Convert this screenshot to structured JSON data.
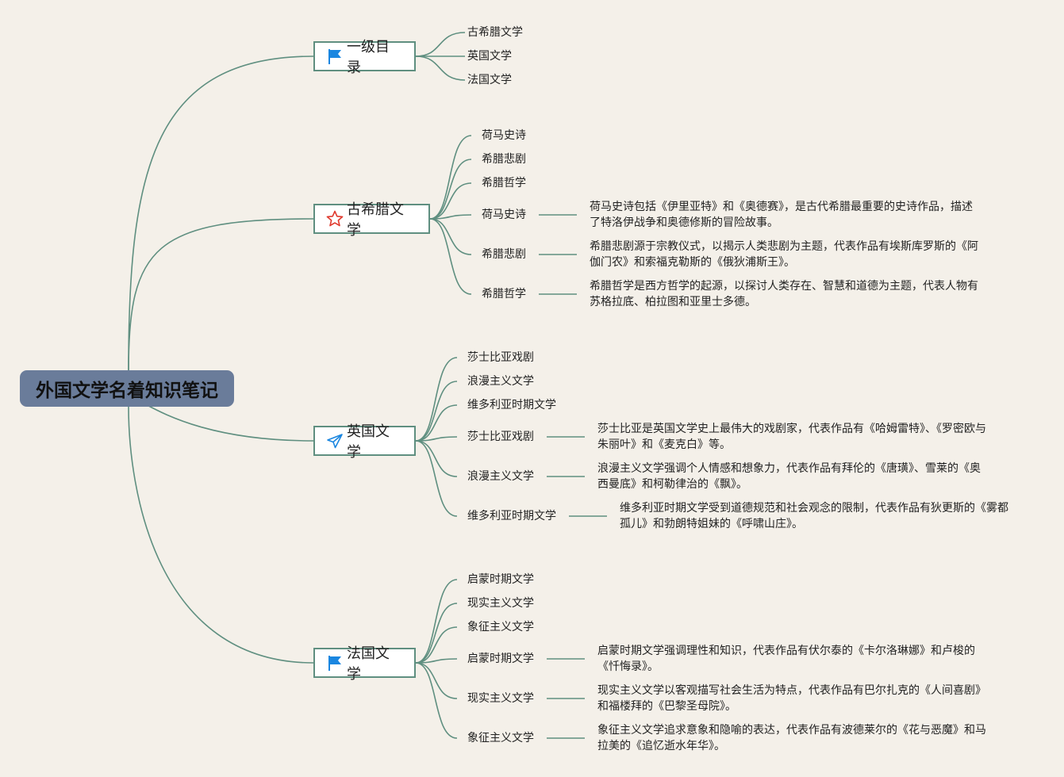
{
  "root": {
    "title": "外国文学名着知识笔记"
  },
  "colors": {
    "line": "#5f8f80",
    "root_bg": "#6a7c9a",
    "background": "#f4f0e9",
    "flag": "#1a86e0",
    "star": "#e03a2e",
    "plane": "#1a86e0"
  },
  "branches": [
    {
      "label": "一级目录",
      "icon": "flag-icon",
      "items": [
        {
          "label": "古希腊文学"
        },
        {
          "label": "英国文学"
        },
        {
          "label": "法国文学"
        }
      ]
    },
    {
      "label": "古希腊文学",
      "icon": "star-icon",
      "items": [
        {
          "label": "荷马史诗"
        },
        {
          "label": "希腊悲剧"
        },
        {
          "label": "希腊哲学"
        },
        {
          "label": "荷马史诗",
          "note": "荷马史诗包括《伊里亚特》和《奥德赛》，是古代希腊最重要的史诗作品，描述了特洛伊战争和奥德修斯的冒险故事。"
        },
        {
          "label": "希腊悲剧",
          "note": "希腊悲剧源于宗教仪式，以揭示人类悲剧为主题，代表作品有埃斯库罗斯的《阿伽门农》和索福克勒斯的《俄狄浦斯王》。"
        },
        {
          "label": "希腊哲学",
          "note": "希腊哲学是西方哲学的起源，以探讨人类存在、智慧和道德为主题，代表人物有苏格拉底、柏拉图和亚里士多德。"
        }
      ]
    },
    {
      "label": "英国文学",
      "icon": "paper-plane-icon",
      "items": [
        {
          "label": "莎士比亚戏剧"
        },
        {
          "label": "浪漫主义文学"
        },
        {
          "label": "维多利亚时期文学"
        },
        {
          "label": "莎士比亚戏剧",
          "note": "莎士比亚是英国文学史上最伟大的戏剧家，代表作品有《哈姆雷特》、《罗密欧与朱丽叶》和《麦克白》等。"
        },
        {
          "label": "浪漫主义文学",
          "note": "浪漫主义文学强调个人情感和想象力，代表作品有拜伦的《唐璜》、雪莱的《奥西曼底》和柯勒律治的《飘》。"
        },
        {
          "label": "维多利亚时期文学",
          "note": "维多利亚时期文学受到道德规范和社会观念的限制，代表作品有狄更斯的《雾都孤儿》和勃朗特姐妹的《呼啸山庄》。"
        }
      ]
    },
    {
      "label": "法国文学",
      "icon": "flag-icon",
      "items": [
        {
          "label": "启蒙时期文学"
        },
        {
          "label": "现实主义文学"
        },
        {
          "label": "象征主义文学"
        },
        {
          "label": "启蒙时期文学",
          "note": "启蒙时期文学强调理性和知识，代表作品有伏尔泰的《卡尔洛琳娜》和卢梭的《忏悔录》。"
        },
        {
          "label": "现实主义文学",
          "note": "现实主义文学以客观描写社会生活为特点，代表作品有巴尔扎克的《人间喜剧》和福楼拜的《巴黎圣母院》。"
        },
        {
          "label": "象征主义文学",
          "note": "象征主义文学追求意象和隐喻的表达，代表作品有波德莱尔的《花与恶魔》和马拉美的《追忆逝水年华》。"
        }
      ]
    }
  ]
}
